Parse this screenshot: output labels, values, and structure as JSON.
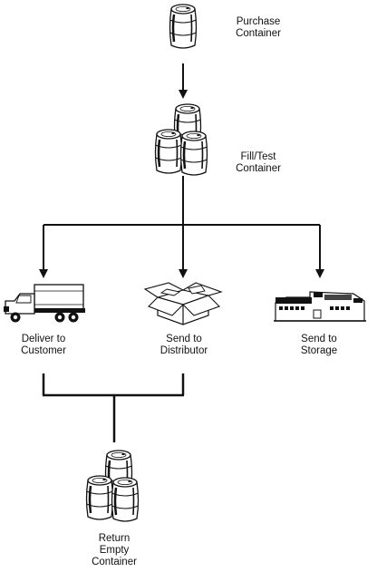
{
  "nodes": {
    "purchase": {
      "label": [
        "Purchase",
        "Container"
      ],
      "icon": "barrel-icon"
    },
    "fill": {
      "label": [
        "Fill/Test",
        "Container"
      ],
      "icon": "barrels-group-icon"
    },
    "deliver": {
      "label": [
        "Deliver to",
        "Customer"
      ],
      "icon": "truck-icon"
    },
    "distributor": {
      "label": [
        "Send to",
        "Distributor"
      ],
      "icon": "open-box-icon"
    },
    "storage": {
      "label": [
        "Send to",
        "Storage"
      ],
      "icon": "warehouse-icon"
    },
    "return": {
      "label": [
        "Return",
        "Empty",
        "Container"
      ],
      "icon": "barrels-group-icon"
    }
  },
  "edges": [
    {
      "from": "purchase",
      "to": "fill"
    },
    {
      "from": "fill",
      "to": "deliver"
    },
    {
      "from": "fill",
      "to": "distributor"
    },
    {
      "from": "fill",
      "to": "storage"
    },
    {
      "from": "deliver",
      "to": "return"
    },
    {
      "from": "distributor",
      "to": "return"
    }
  ]
}
